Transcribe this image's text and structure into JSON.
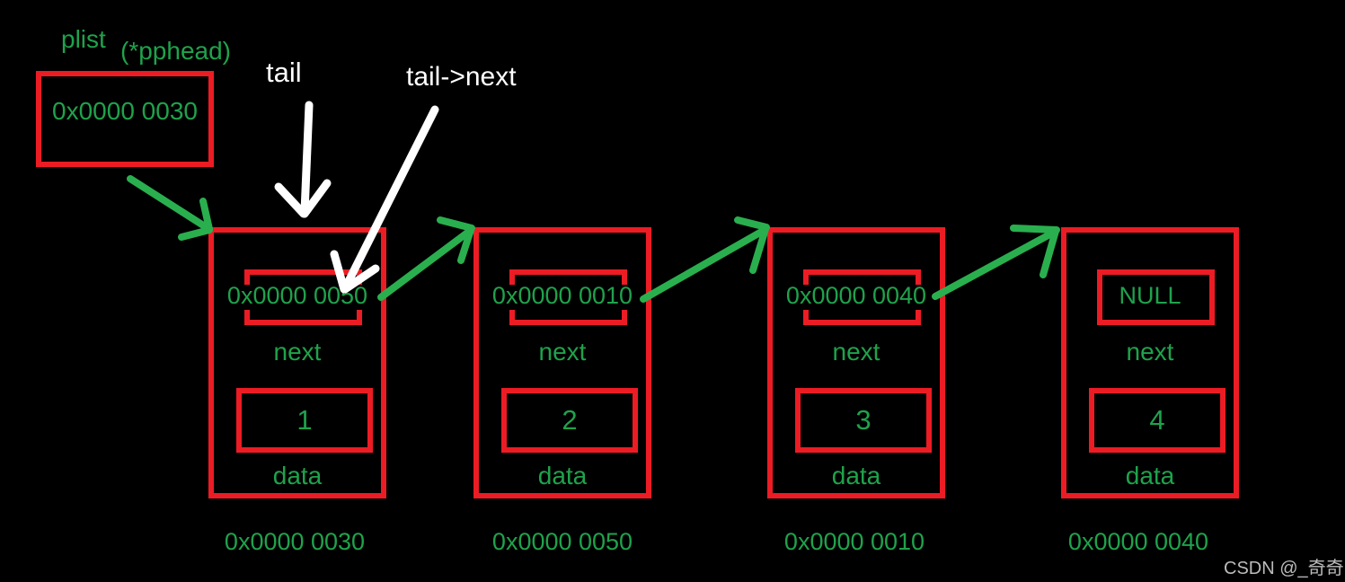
{
  "pointers": {
    "plist": {
      "label": "plist",
      "alias": "(*pphead)",
      "value": "0x0000 0030"
    },
    "tail": {
      "label": "tail"
    },
    "tail_next": {
      "label": "tail->next"
    }
  },
  "nodes": [
    {
      "next_value": "0x0000 0050",
      "next_label": "next",
      "data_value": "1",
      "data_label": "data",
      "address": "0x0000 0030"
    },
    {
      "next_value": "0x0000 0010",
      "next_label": "next",
      "data_value": "2",
      "data_label": "data",
      "address": "0x0000 0050"
    },
    {
      "next_value": "0x0000 0040",
      "next_label": "next",
      "data_value": "3",
      "data_label": "data",
      "address": "0x0000 0010"
    },
    {
      "next_value": "NULL",
      "next_label": "next",
      "data_value": "4",
      "data_label": "data",
      "address": "0x0000 0040"
    }
  ],
  "watermark": "CSDN @_奇奇",
  "colors": {
    "background": "#000000",
    "box_red": "#EC1C24",
    "text_green": "#1FA24C",
    "arrow_green": "#2AAF4E",
    "label_white": "#FFFFFF",
    "watermark_gray": "#BBBBBB"
  }
}
